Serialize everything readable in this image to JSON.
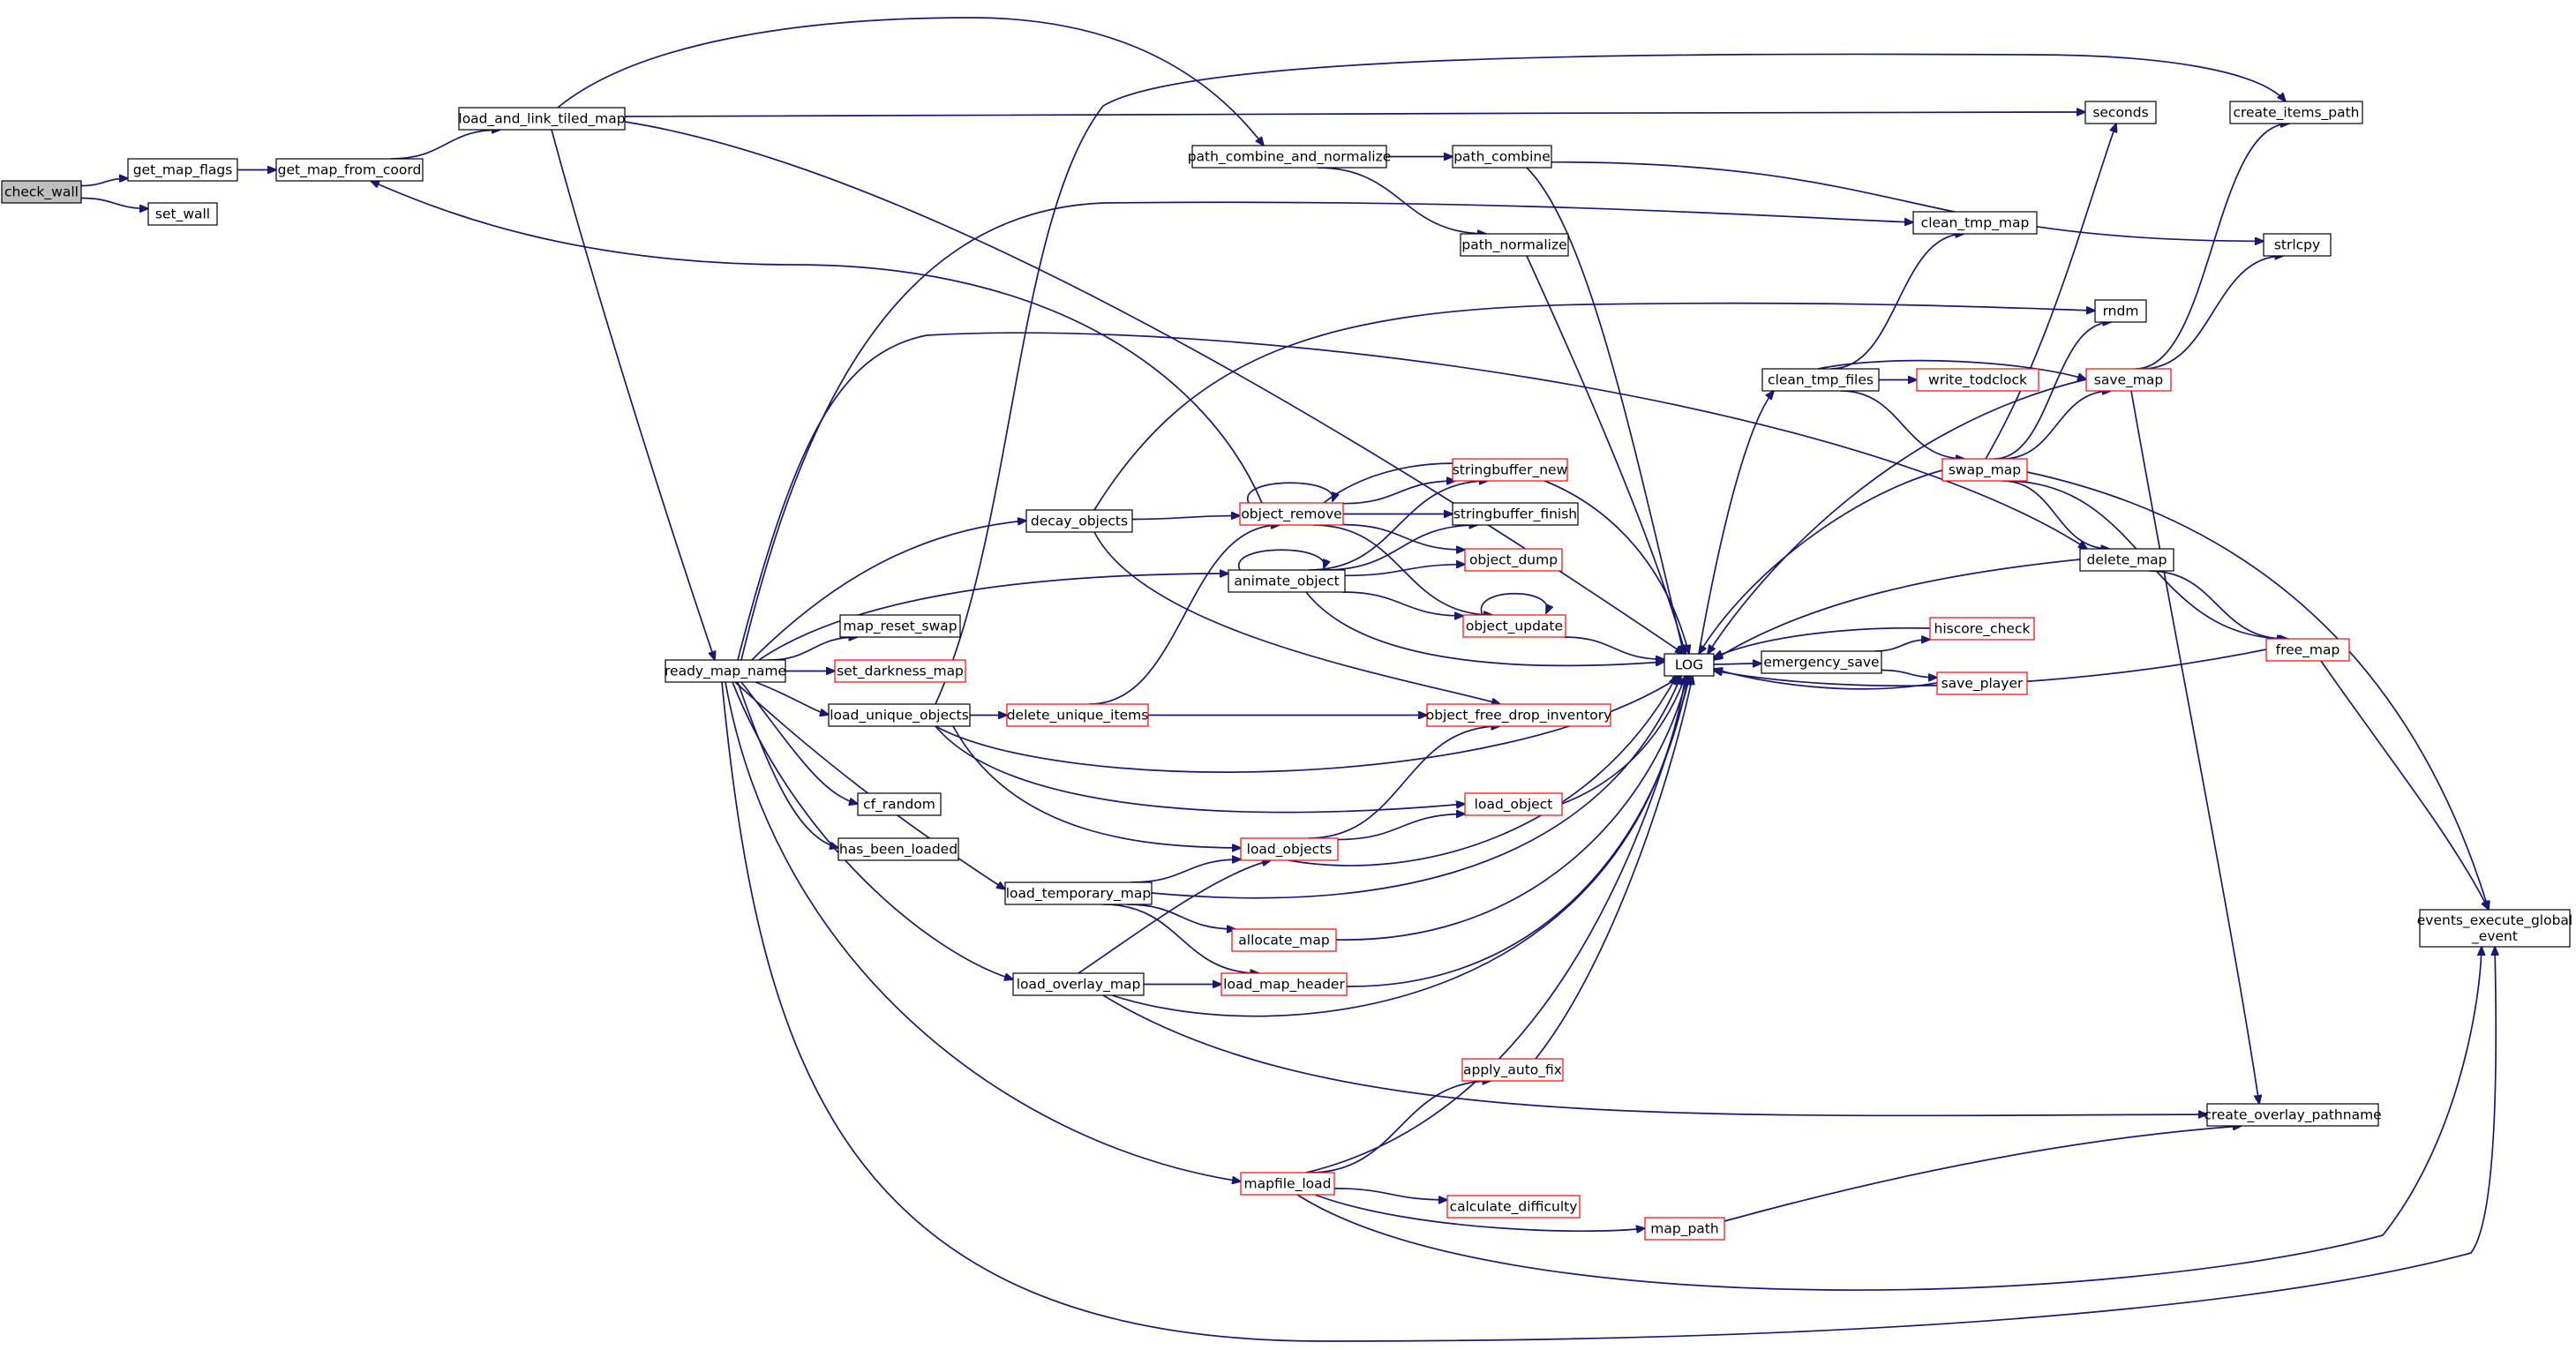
{
  "colors": {
    "edge": "#191970",
    "root_fill": "#bfbfbf",
    "node_fill": "#ffffff",
    "node_border": "#000000",
    "truncated_border": "#ff0000"
  },
  "nodes": [
    {
      "id": "check_wall",
      "label": "check_wall",
      "kind": "root"
    },
    {
      "id": "get_map_flags",
      "label": "get_map_flags",
      "kind": "normal"
    },
    {
      "id": "set_wall",
      "label": "set_wall",
      "kind": "normal"
    },
    {
      "id": "get_map_from_coord",
      "label": "get_map_from_coord",
      "kind": "normal"
    },
    {
      "id": "load_and_link_tiled_map",
      "label": "load_and_link_tiled_map",
      "kind": "normal"
    },
    {
      "id": "ready_map_name",
      "label": "ready_map_name",
      "kind": "normal"
    },
    {
      "id": "path_combine_and_normalize",
      "label": "path_combine_and_normalize",
      "kind": "normal"
    },
    {
      "id": "path_combine",
      "label": "path_combine",
      "kind": "normal"
    },
    {
      "id": "path_normalize",
      "label": "path_normalize",
      "kind": "normal"
    },
    {
      "id": "seconds",
      "label": "seconds",
      "kind": "normal"
    },
    {
      "id": "create_items_path",
      "label": "create_items_path",
      "kind": "normal"
    },
    {
      "id": "strlcpy",
      "label": "strlcpy",
      "kind": "normal"
    },
    {
      "id": "clean_tmp_map",
      "label": "clean_tmp_map",
      "kind": "normal"
    },
    {
      "id": "rndm",
      "label": "rndm",
      "kind": "normal"
    },
    {
      "id": "clean_tmp_files",
      "label": "clean_tmp_files",
      "kind": "normal"
    },
    {
      "id": "write_todclock",
      "label": "write_todclock",
      "kind": "truncated"
    },
    {
      "id": "save_map",
      "label": "save_map",
      "kind": "truncated"
    },
    {
      "id": "swap_map",
      "label": "swap_map",
      "kind": "truncated"
    },
    {
      "id": "delete_map",
      "label": "delete_map",
      "kind": "normal"
    },
    {
      "id": "free_map",
      "label": "free_map",
      "kind": "truncated"
    },
    {
      "id": "hiscore_check",
      "label": "hiscore_check",
      "kind": "truncated"
    },
    {
      "id": "emergency_save",
      "label": "emergency_save",
      "kind": "normal"
    },
    {
      "id": "save_player",
      "label": "save_player",
      "kind": "truncated"
    },
    {
      "id": "LOG",
      "label": "LOG",
      "kind": "normal"
    },
    {
      "id": "decay_objects",
      "label": "decay_objects",
      "kind": "normal"
    },
    {
      "id": "object_remove",
      "label": "object_remove",
      "kind": "truncated"
    },
    {
      "id": "stringbuffer_new",
      "label": "stringbuffer_new",
      "kind": "truncated"
    },
    {
      "id": "stringbuffer_finish",
      "label": "stringbuffer_finish",
      "kind": "normal"
    },
    {
      "id": "object_dump",
      "label": "object_dump",
      "kind": "truncated"
    },
    {
      "id": "animate_object",
      "label": "animate_object",
      "kind": "normal"
    },
    {
      "id": "object_update",
      "label": "object_update",
      "kind": "truncated"
    },
    {
      "id": "map_reset_swap",
      "label": "map_reset_swap",
      "kind": "normal"
    },
    {
      "id": "set_darkness_map",
      "label": "set_darkness_map",
      "kind": "truncated"
    },
    {
      "id": "load_unique_objects",
      "label": "load_unique_objects",
      "kind": "normal"
    },
    {
      "id": "delete_unique_items",
      "label": "delete_unique_items",
      "kind": "truncated"
    },
    {
      "id": "object_free_drop_inventory",
      "label": "object_free_drop_inventory",
      "kind": "truncated"
    },
    {
      "id": "cf_random",
      "label": "cf_random",
      "kind": "normal"
    },
    {
      "id": "has_been_loaded",
      "label": "has_been_loaded",
      "kind": "normal"
    },
    {
      "id": "load_object",
      "label": "load_object",
      "kind": "truncated"
    },
    {
      "id": "load_objects",
      "label": "load_objects",
      "kind": "truncated"
    },
    {
      "id": "load_temporary_map",
      "label": "load_temporary_map",
      "kind": "normal"
    },
    {
      "id": "allocate_map",
      "label": "allocate_map",
      "kind": "truncated"
    },
    {
      "id": "load_overlay_map",
      "label": "load_overlay_map",
      "kind": "normal"
    },
    {
      "id": "load_map_header",
      "label": "load_map_header",
      "kind": "truncated"
    },
    {
      "id": "apply_auto_fix",
      "label": "apply_auto_fix",
      "kind": "truncated"
    },
    {
      "id": "create_overlay_pathname",
      "label": "create_overlay_pathname",
      "kind": "normal"
    },
    {
      "id": "events_execute_global_event",
      "label": "events_execute_global\n_event",
      "kind": "normal"
    },
    {
      "id": "mapfile_load",
      "label": "mapfile_load",
      "kind": "truncated"
    },
    {
      "id": "calculate_difficulty",
      "label": "calculate_difficulty",
      "kind": "truncated"
    },
    {
      "id": "map_path",
      "label": "map_path",
      "kind": "truncated"
    }
  ],
  "edges": [
    [
      "check_wall",
      "get_map_flags"
    ],
    [
      "check_wall",
      "set_wall"
    ],
    [
      "get_map_flags",
      "get_map_from_coord"
    ],
    [
      "get_map_from_coord",
      "load_and_link_tiled_map"
    ],
    [
      "load_and_link_tiled_map",
      "path_combine_and_normalize"
    ],
    [
      "load_and_link_tiled_map",
      "seconds"
    ],
    [
      "load_and_link_tiled_map",
      "LOG"
    ],
    [
      "load_and_link_tiled_map",
      "ready_map_name"
    ],
    [
      "path_combine_and_normalize",
      "path_combine"
    ],
    [
      "path_combine_and_normalize",
      "path_normalize"
    ],
    [
      "path_combine",
      "strlcpy"
    ],
    [
      "path_combine",
      "LOG"
    ],
    [
      "path_normalize",
      "LOG"
    ],
    [
      "ready_map_name",
      "clean_tmp_map"
    ],
    [
      "ready_map_name",
      "delete_map"
    ],
    [
      "ready_map_name",
      "decay_objects"
    ],
    [
      "ready_map_name",
      "animate_object"
    ],
    [
      "ready_map_name",
      "map_reset_swap"
    ],
    [
      "ready_map_name",
      "set_darkness_map"
    ],
    [
      "ready_map_name",
      "load_unique_objects"
    ],
    [
      "ready_map_name",
      "cf_random"
    ],
    [
      "ready_map_name",
      "has_been_loaded"
    ],
    [
      "ready_map_name",
      "load_temporary_map"
    ],
    [
      "ready_map_name",
      "load_overlay_map"
    ],
    [
      "ready_map_name",
      "mapfile_load"
    ],
    [
      "ready_map_name",
      "events_execute_global_event"
    ],
    [
      "decay_objects",
      "rndm"
    ],
    [
      "decay_objects",
      "object_remove"
    ],
    [
      "decay_objects",
      "object_free_drop_inventory"
    ],
    [
      "object_remove",
      "get_map_from_coord"
    ],
    [
      "object_remove",
      "object_remove"
    ],
    [
      "object_remove",
      "stringbuffer_new"
    ],
    [
      "object_remove",
      "stringbuffer_finish"
    ],
    [
      "object_remove",
      "object_dump"
    ],
    [
      "object_remove",
      "object_update"
    ],
    [
      "object_remove",
      "LOG"
    ],
    [
      "animate_object",
      "animate_object"
    ],
    [
      "animate_object",
      "stringbuffer_new"
    ],
    [
      "animate_object",
      "stringbuffer_finish"
    ],
    [
      "animate_object",
      "object_dump"
    ],
    [
      "animate_object",
      "object_update"
    ],
    [
      "animate_object",
      "LOG"
    ],
    [
      "object_update",
      "object_update"
    ],
    [
      "object_update",
      "LOG"
    ],
    [
      "load_unique_objects",
      "create_items_path"
    ],
    [
      "load_unique_objects",
      "delete_unique_items"
    ],
    [
      "load_unique_objects",
      "LOG"
    ],
    [
      "load_unique_objects",
      "load_object"
    ],
    [
      "load_unique_objects",
      "load_objects"
    ],
    [
      "delete_unique_items",
      "object_remove"
    ],
    [
      "delete_unique_items",
      "object_free_drop_inventory"
    ],
    [
      "load_object",
      "LOG"
    ],
    [
      "load_objects",
      "object_free_drop_inventory"
    ],
    [
      "load_objects",
      "load_object"
    ],
    [
      "load_objects",
      "LOG"
    ],
    [
      "load_temporary_map",
      "load_objects"
    ],
    [
      "load_temporary_map",
      "allocate_map"
    ],
    [
      "load_temporary_map",
      "load_map_header"
    ],
    [
      "load_temporary_map",
      "LOG"
    ],
    [
      "allocate_map",
      "LOG"
    ],
    [
      "load_overlay_map",
      "load_objects"
    ],
    [
      "load_overlay_map",
      "load_map_header"
    ],
    [
      "load_overlay_map",
      "LOG"
    ],
    [
      "load_overlay_map",
      "create_overlay_pathname"
    ],
    [
      "load_map_header",
      "LOG"
    ],
    [
      "mapfile_load",
      "apply_auto_fix"
    ],
    [
      "mapfile_load",
      "LOG"
    ],
    [
      "mapfile_load",
      "calculate_difficulty"
    ],
    [
      "mapfile_load",
      "map_path"
    ],
    [
      "mapfile_load",
      "events_execute_global_event"
    ],
    [
      "apply_auto_fix",
      "LOG"
    ],
    [
      "map_path",
      "create_overlay_pathname"
    ],
    [
      "LOG",
      "clean_tmp_files"
    ],
    [
      "LOG",
      "emergency_save"
    ],
    [
      "clean_tmp_files",
      "clean_tmp_map"
    ],
    [
      "clean_tmp_files",
      "write_todclock"
    ],
    [
      "clean_tmp_files",
      "save_map"
    ],
    [
      "clean_tmp_files",
      "swap_map"
    ],
    [
      "swap_map",
      "seconds"
    ],
    [
      "swap_map",
      "rndm"
    ],
    [
      "swap_map",
      "save_map"
    ],
    [
      "swap_map",
      "delete_map"
    ],
    [
      "swap_map",
      "free_map"
    ],
    [
      "swap_map",
      "LOG"
    ],
    [
      "swap_map",
      "events_execute_global_event"
    ],
    [
      "save_map",
      "create_items_path"
    ],
    [
      "save_map",
      "strlcpy"
    ],
    [
      "save_map",
      "LOG"
    ],
    [
      "save_map",
      "create_overlay_pathname"
    ],
    [
      "delete_map",
      "LOG"
    ],
    [
      "delete_map",
      "free_map"
    ],
    [
      "free_map",
      "LOG"
    ],
    [
      "free_map",
      "events_execute_global_event"
    ],
    [
      "emergency_save",
      "hiscore_check"
    ],
    [
      "emergency_save",
      "save_player"
    ],
    [
      "hiscore_check",
      "LOG"
    ],
    [
      "save_player",
      "LOG"
    ]
  ]
}
